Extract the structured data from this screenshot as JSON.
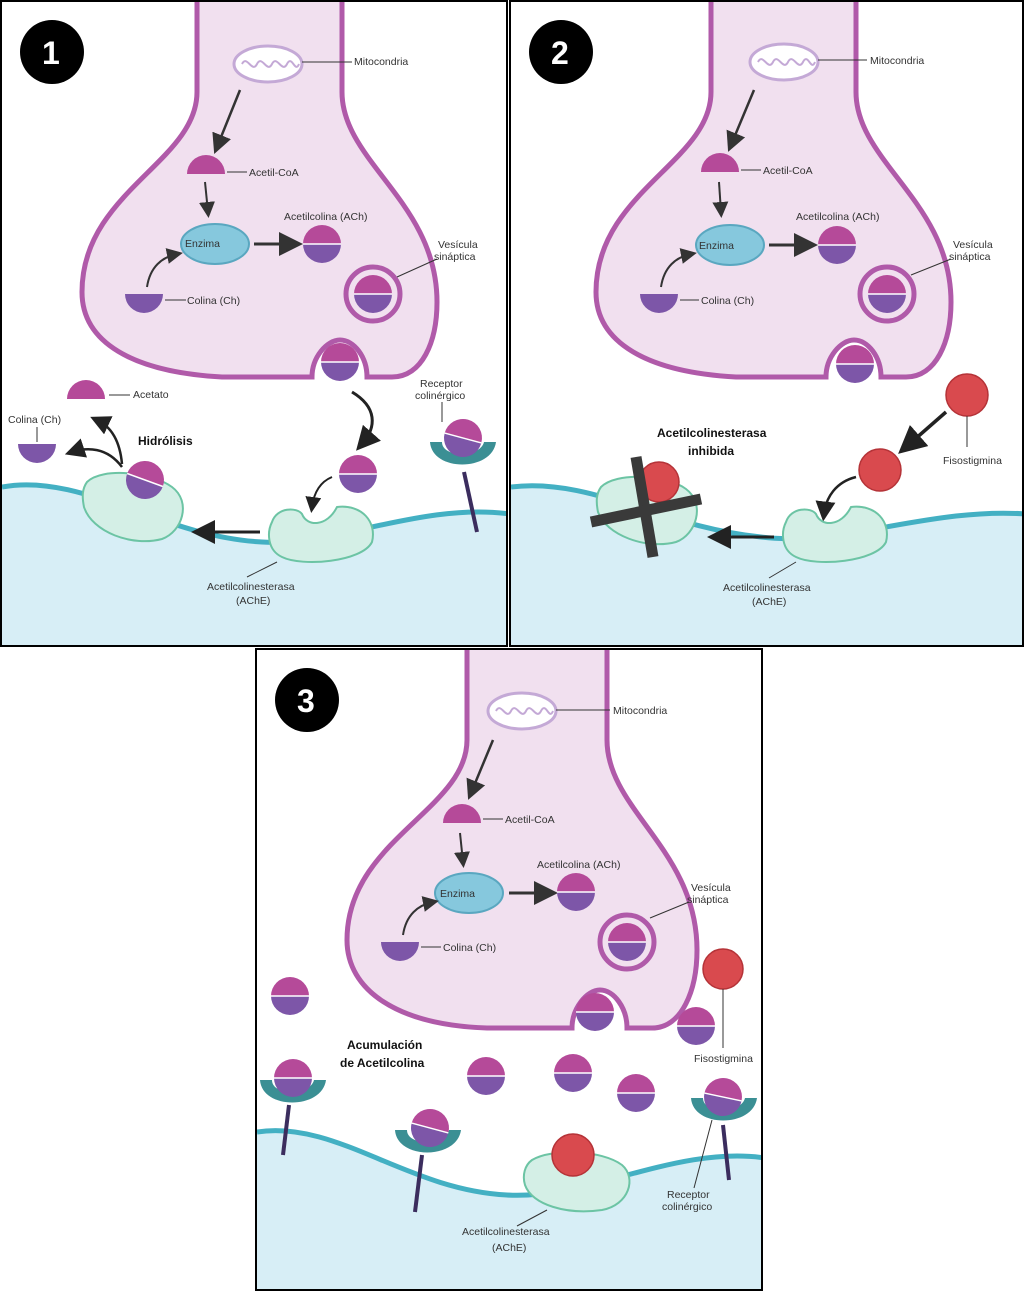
{
  "panels": [
    {
      "number": "1",
      "labels": {
        "mito": "Mitocondria",
        "acetilcoa": "Acetil-CoA",
        "enzima": "Enzima",
        "ach": "Acetilcolina (ACh)",
        "vesicula1": "Vesícula",
        "vesicula2": "sináptica",
        "colina": "Colina (Ch)",
        "acetato": "Acetato",
        "colina2": "Colina (Ch)",
        "hidrolisis": "Hidrólisis",
        "receptor1": "Receptor",
        "receptor2": "colinérgico",
        "ache1": "Acetilcolinesterasa",
        "ache2": "(AChE)"
      }
    },
    {
      "number": "2",
      "labels": {
        "mito": "Mitocondria",
        "acetilcoa": "Acetil-CoA",
        "enzima": "Enzima",
        "ach": "Acetilcolina (ACh)",
        "vesicula1": "Vesícula",
        "vesicula2": "sináptica",
        "colina": "Colina (Ch)",
        "inhibida1": "Acetilcolinesterasa",
        "inhibida2": "inhibida",
        "fisostigmina": "Fisostigmina",
        "ache1": "Acetilcolinesterasa",
        "ache2": "(AChE)"
      }
    },
    {
      "number": "3",
      "labels": {
        "mito": "Mitocondria",
        "acetilcoa": "Acetil-CoA",
        "enzima": "Enzima",
        "ach": "Acetilcolina (ACh)",
        "vesicula1": "Vesícula",
        "vesicula2": "sináptica",
        "colina": "Colina (Ch)",
        "acum1": "Acumulación",
        "acum2": "de Acetilcolina",
        "fisostigmina": "Fisostigmina",
        "receptor1": "Receptor",
        "receptor2": "colinérgico",
        "ache1": "Acetilcolinesterasa",
        "ache2": "(AChE)"
      }
    }
  ],
  "colors": {
    "neuron_fill": "#f1e0ef",
    "neuron_stroke": "#b05aa9",
    "top_half": "#b54a99",
    "bottom_half": "#7d56a8",
    "enzyme_fill": "#86c8dd",
    "ache_fill": "#d4efe6",
    "membrane": "#43b0c3",
    "cleft_fill": "#d7eef6",
    "receptor": "#3b8f94",
    "inhibitor": "#d94a4e"
  }
}
